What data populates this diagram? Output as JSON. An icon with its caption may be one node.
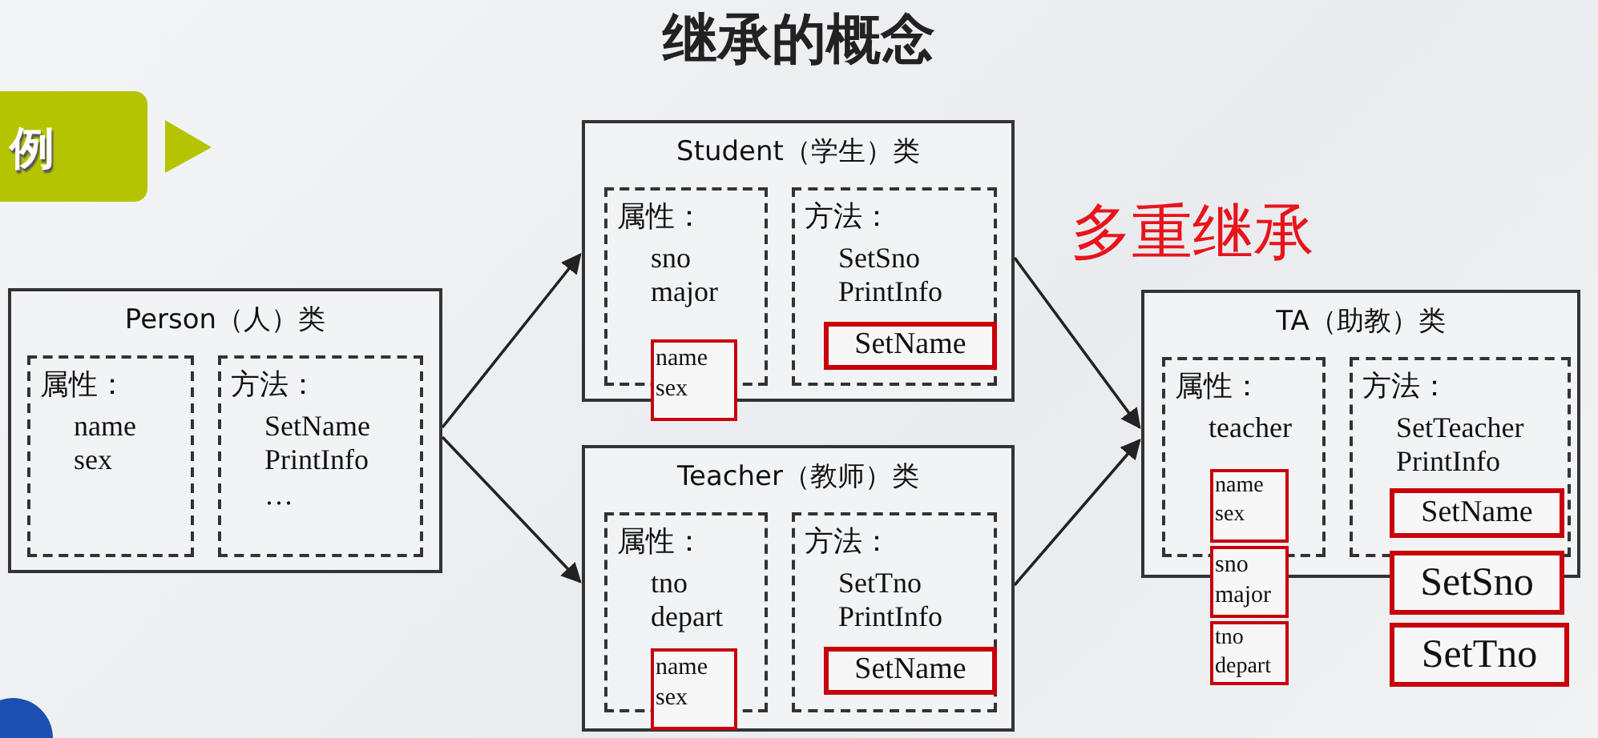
{
  "diagram": {
    "title": "继承的概念",
    "nodes": [
      {
        "text": [
          "Person（人）类"
        ]
      },
      {
        "text": [
          "属性：",
          "name",
          "sex"
        ],
        "in": 0
      },
      {
        "text": [
          "方法：",
          "SetName",
          "PrintInfo",
          "…"
        ],
        "in": 0
      },
      {
        "text": [
          "Student（学生）类"
        ]
      },
      {
        "text": [
          "属性：",
          "sno",
          "major"
        ],
        "in": 3
      },
      {
        "text": [
          "name",
          "sex"
        ]
      },
      {
        "text": [
          "方法：",
          "SetSno",
          "PrintInfo"
        ],
        "in": 3
      },
      {
        "text": [
          "SetName"
        ],
        "in": 6
      },
      {
        "text": [
          "Teacher（教师）类"
        ]
      },
      {
        "text": [
          "属性：",
          "tno",
          "depart"
        ],
        "in": 8
      },
      {
        "text": [
          "name",
          "sex"
        ],
        "in": 8
      },
      {
        "text": [
          "方法：",
          "SetTno",
          "PrintInfo"
        ],
        "in": 8
      },
      {
        "text": [
          "SetName"
        ],
        "in": 11
      },
      {
        "text": [
          "TA（助教）类"
        ]
      },
      {
        "text": [
          "属性：",
          "teacher"
        ],
        "in": 13
      },
      {
        "text": [
          "name",
          "sex"
        ],
        "in": 14
      },
      {
        "text": [
          "sno",
          "major"
        ]
      },
      {
        "text": [
          "tno",
          "depart"
        ]
      },
      {
        "text": [
          "方法：",
          "SetTeacher",
          "PrintInfo"
        ],
        "in": 13
      },
      {
        "text": [
          "SetName"
        ],
        "in": 18
      },
      {
        "text": [
          "SetSno"
        ]
      },
      {
        "text": [
          "SetTno"
        ]
      }
    ],
    "edges": [
      {
        "from": 0,
        "to": 3,
        "arrow": "to"
      },
      {
        "from": 0,
        "to": 8,
        "arrow": "to"
      },
      {
        "from": 3,
        "to": 13,
        "arrow": "to"
      },
      {
        "from": 8,
        "to": 13,
        "arrow": "to"
      }
    ],
    "labels": [
      "例",
      "多重继承"
    ]
  }
}
